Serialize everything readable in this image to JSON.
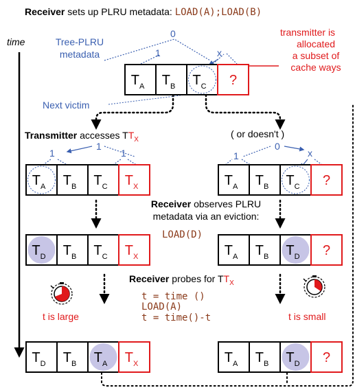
{
  "header": {
    "bold": "Receiver",
    "text": " sets up PLRU metadata: ",
    "code": "LOAD(A);LOAD(B)"
  },
  "time_label": "time",
  "labels": {
    "tree_plru_1": "Tree-PLRU",
    "tree_plru_2": "metadata",
    "transmitter_1": "transmitter is",
    "transmitter_2": "allocated",
    "transmitter_3": "a subset of",
    "transmitter_4": "cache ways",
    "next_victim": "Next victim",
    "tx_access_bold": "Transmitter",
    "tx_access_text": " accesses T",
    "tx_access_sub": "X",
    "or_doesnt": "( or doesn't )",
    "observe_bold": "Receiver",
    "observe_text": " observes PLRU",
    "observe_line2": "metadata via an eviction:",
    "load_d": "LOAD(D)",
    "probe_bold": "Receiver",
    "probe_text": " probes for T",
    "probe_sub": "X",
    "code_1": "t = time ()",
    "code_2": "LOAD(A)",
    "code_3": "t = time()-t",
    "t_large": "t is large",
    "t_small": "t is small"
  },
  "tree_bits": {
    "top": {
      "root": "0",
      "left": "1",
      "right": "x"
    },
    "left_after": {
      "root": "1",
      "left": "1",
      "right": "1"
    },
    "right_after": {
      "root": "0",
      "left": "1",
      "right": "x"
    }
  },
  "rows": {
    "initial": [
      {
        "main": "T",
        "sub": "A"
      },
      {
        "main": "T",
        "sub": "B"
      },
      {
        "main": "T",
        "sub": "C"
      },
      {
        "main": "?",
        "sub": ""
      }
    ],
    "left_access": [
      {
        "main": "T",
        "sub": "A"
      },
      {
        "main": "T",
        "sub": "B"
      },
      {
        "main": "T",
        "sub": "C"
      },
      {
        "main": "T",
        "sub": "X"
      }
    ],
    "right_access": [
      {
        "main": "T",
        "sub": "A"
      },
      {
        "main": "T",
        "sub": "B"
      },
      {
        "main": "T",
        "sub": "C"
      },
      {
        "main": "?",
        "sub": ""
      }
    ],
    "left_evict": [
      {
        "main": "T",
        "sub": "D"
      },
      {
        "main": "T",
        "sub": "B"
      },
      {
        "main": "T",
        "sub": "C"
      },
      {
        "main": "T",
        "sub": "X"
      }
    ],
    "right_evict": [
      {
        "main": "T",
        "sub": "A"
      },
      {
        "main": "T",
        "sub": "B"
      },
      {
        "main": "T",
        "sub": "D"
      },
      {
        "main": "?",
        "sub": ""
      }
    ],
    "left_final": [
      {
        "main": "T",
        "sub": "D"
      },
      {
        "main": "T",
        "sub": "B"
      },
      {
        "main": "T",
        "sub": "A"
      },
      {
        "main": "T",
        "sub": "X"
      }
    ],
    "right_final": [
      {
        "main": "T",
        "sub": "A"
      },
      {
        "main": "T",
        "sub": "B"
      },
      {
        "main": "T",
        "sub": "D"
      },
      {
        "main": "?",
        "sub": ""
      }
    ]
  },
  "colors": {
    "blue": "#3a5fb0",
    "red": "#e0191b",
    "highlight": "#c7c5e6",
    "code": "#8a3a1a",
    "black": "#000000"
  }
}
